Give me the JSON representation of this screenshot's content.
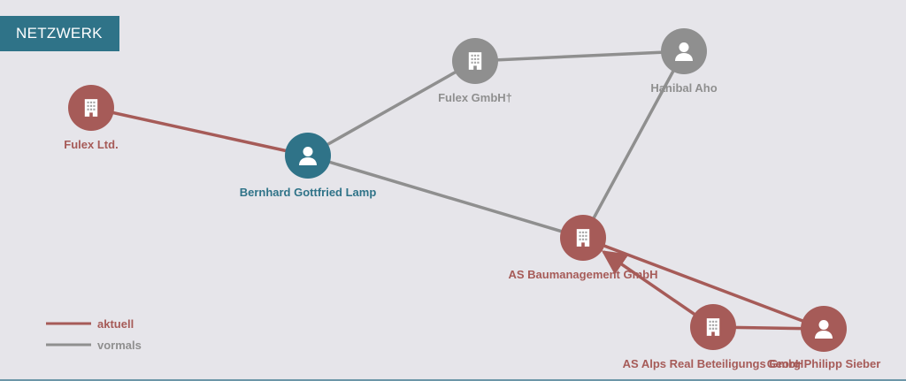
{
  "header": {
    "title": "NETZWERK"
  },
  "colors": {
    "current": "#a65b58",
    "former": "#8f8f8f",
    "focus": "#2f7388",
    "background": "#e6e5ea"
  },
  "legend": {
    "current_label": "aktuell",
    "former_label": "vormals"
  },
  "nodes": {
    "fulex_ltd": {
      "label": "Fulex Ltd.",
      "type": "company",
      "status": "current",
      "icon": "building-icon"
    },
    "bernhard": {
      "label": "Bernhard Gottfried Lamp",
      "type": "person",
      "status": "focus",
      "icon": "person-icon"
    },
    "fulex_gmbh": {
      "label": "Fulex GmbH†",
      "type": "company",
      "status": "former",
      "icon": "building-icon"
    },
    "hanibal": {
      "label": "Hanibal Aho",
      "type": "person",
      "status": "former",
      "icon": "person-icon"
    },
    "as_bau": {
      "label": "AS Baumanagement GmbH",
      "type": "company",
      "status": "current",
      "icon": "building-icon"
    },
    "as_alps": {
      "label": "AS Alps Real Beteiligungs GmbH",
      "type": "company",
      "status": "current",
      "icon": "building-icon"
    },
    "georg": {
      "label": "Georg Philipp Sieber",
      "type": "person",
      "status": "current",
      "icon": "person-icon"
    }
  },
  "edges": [
    {
      "from": "fulex_ltd",
      "to": "bernhard",
      "status": "current",
      "arrow": false
    },
    {
      "from": "bernhard",
      "to": "fulex_gmbh",
      "status": "former",
      "arrow": false
    },
    {
      "from": "fulex_gmbh",
      "to": "hanibal",
      "status": "former",
      "arrow": false
    },
    {
      "from": "hanibal",
      "to": "as_bau",
      "status": "former",
      "arrow": false
    },
    {
      "from": "bernhard",
      "to": "as_bau",
      "status": "former",
      "arrow": false
    },
    {
      "from": "as_alps",
      "to": "as_bau",
      "status": "current",
      "arrow": true
    },
    {
      "from": "georg",
      "to": "as_bau",
      "status": "current",
      "arrow": false
    },
    {
      "from": "as_alps",
      "to": "georg",
      "status": "current",
      "arrow": false
    }
  ]
}
